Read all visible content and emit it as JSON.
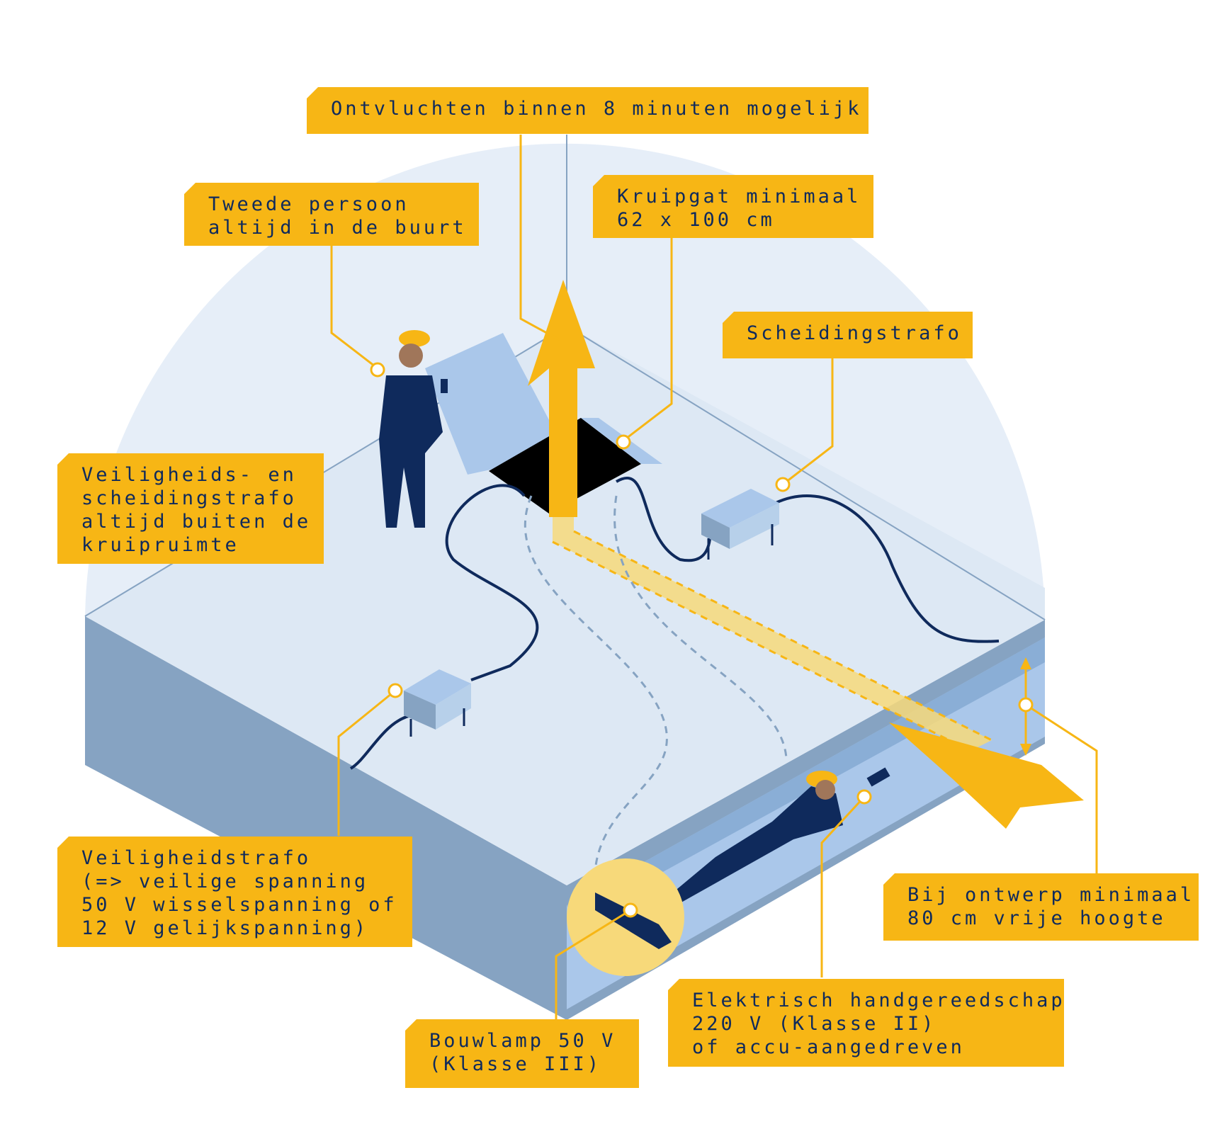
{
  "labels": {
    "escape": [
      "Ontvluchten binnen 8 minuten mogelijk"
    ],
    "second_person": [
      "Tweede persoon",
      "altijd in de buurt"
    ],
    "crawl_hole": [
      "Kruipgat minimaal",
      "62 x 100 cm"
    ],
    "isolation_transformer": [
      "Scheidingstrafo"
    ],
    "outside_rule": [
      "Veiligheids- en",
      "scheidingstrafo",
      "altijd buiten de",
      "kruipruimte"
    ],
    "safety_transformer": [
      "Veiligheidstrafo",
      "(=> veilige spanning",
      "50 V wisselspanning of",
      "12 V gelijkspanning)"
    ],
    "min_height": [
      "Bij ontwerp minimaal",
      "80 cm vrije hoogte"
    ],
    "power_tools": [
      "Elektrisch handgereedschap",
      "220 V (Klasse II)",
      "of accu-aangedreven"
    ],
    "work_lamp": [
      "Bouwlamp 50 V",
      "(Klasse III)"
    ]
  },
  "colors": {
    "label_fill": "#f7b615",
    "label_text": "#0f2a5c",
    "dome": "#e6eef8",
    "floor_top": "#dde8f4",
    "slab_side": "#86a3c2",
    "crawlspace": "#aac7ea",
    "cable": "#0f2a5c",
    "arrow": "#f7b615"
  }
}
